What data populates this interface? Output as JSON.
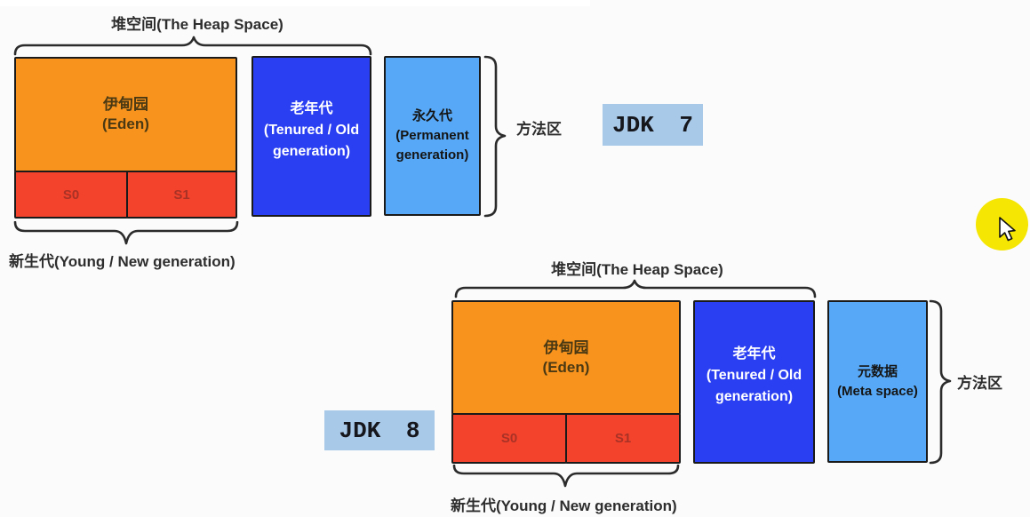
{
  "colors": {
    "page_bg": "#fbfbfb",
    "eden_fill": "#F8941E",
    "survivor_fill": "#F4432C",
    "old_fill": "#2B3FF2",
    "perm_fill": "#57A9F7",
    "jdk_badge_fill": "#A9C9E9",
    "box_border": "#1a1a1a",
    "highlight_circle": "#F5E603"
  },
  "diagrams": [
    {
      "name": "JDK 7",
      "heap_title": "堆空间(The Heap Space)",
      "eden": {
        "cn": "伊甸园",
        "en": "(Eden)"
      },
      "survivors": {
        "s0": "S0",
        "s1": "S1"
      },
      "old_gen": {
        "cn": "老年代",
        "en_line1": "(Tenured / Old",
        "en_line2": "generation)"
      },
      "method_box": {
        "cn": "永久代",
        "en_line1": "(Permanent",
        "en_line2": "generation)"
      },
      "method_area_label": "方法区",
      "young_gen_label": "新生代(Young / New generation)",
      "jdk_badge": "JDK 7"
    },
    {
      "name": "JDK 8",
      "heap_title": "堆空间(The Heap Space)",
      "eden": {
        "cn": "伊甸园",
        "en": "(Eden)"
      },
      "survivors": {
        "s0": "S0",
        "s1": "S1"
      },
      "old_gen": {
        "cn": "老年代",
        "en_line1": "(Tenured / Old",
        "en_line2": "generation)"
      },
      "method_box": {
        "cn": "元数据",
        "en_line1": "(Meta space)",
        "en_line2": ""
      },
      "method_area_label": "方法区",
      "young_gen_label": "新生代(Young / New generation)",
      "jdk_badge": "JDK 8"
    }
  ]
}
